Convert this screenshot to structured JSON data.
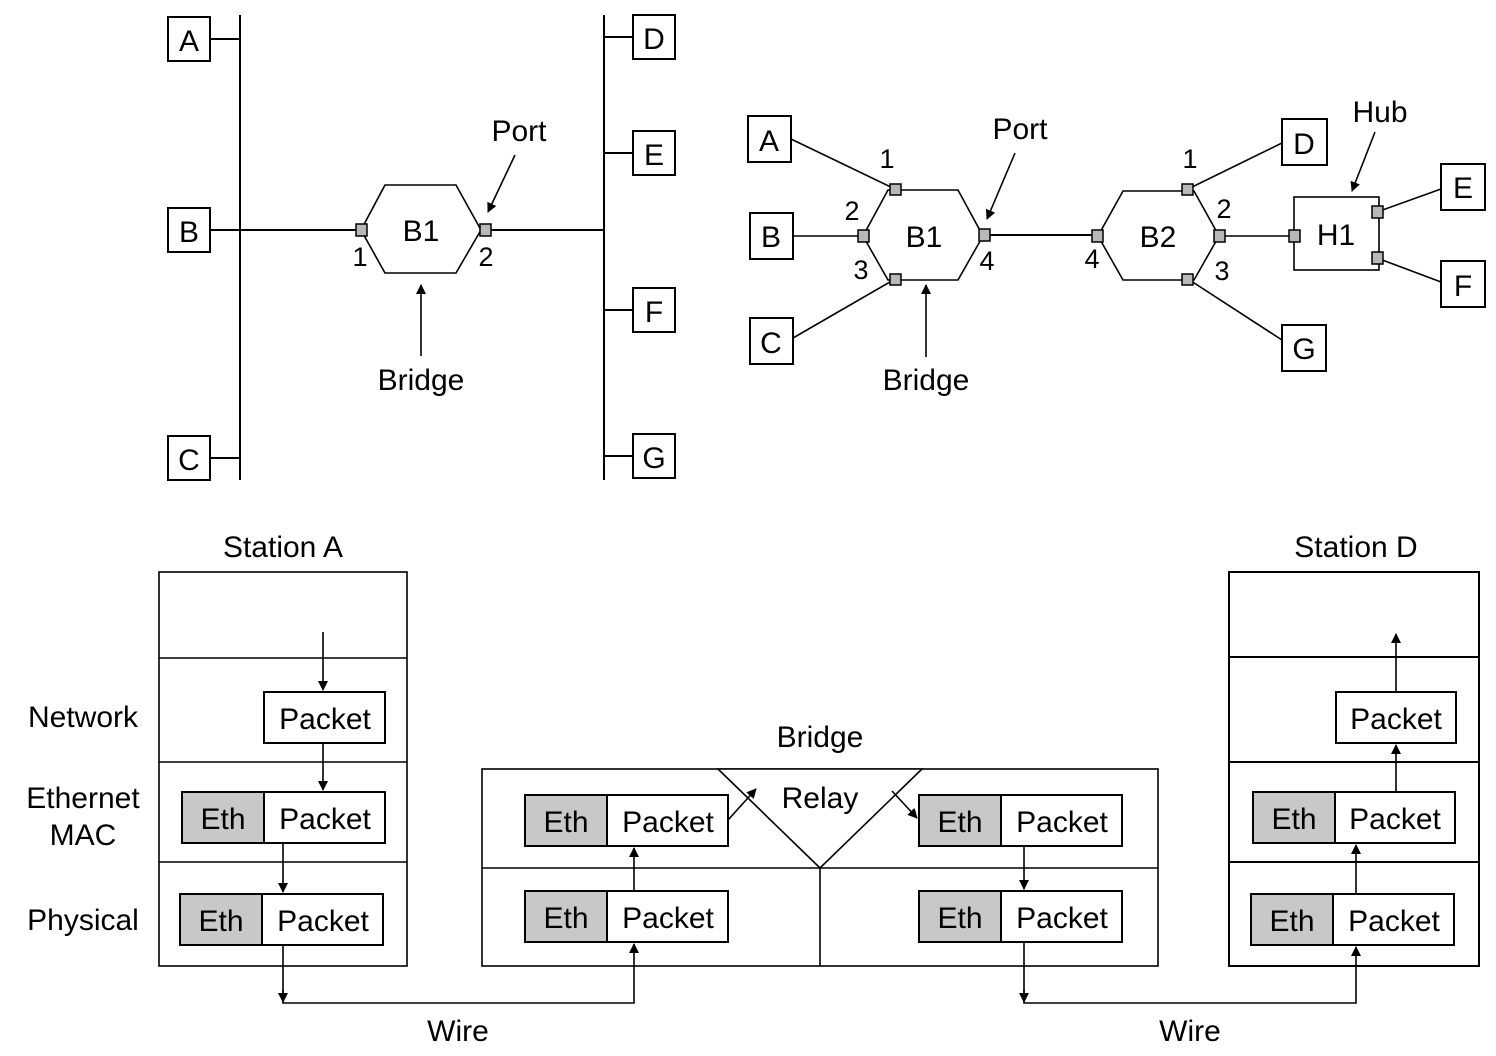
{
  "fig_a": {
    "stations": [
      "A",
      "B",
      "C",
      "D",
      "E",
      "F",
      "G"
    ],
    "bridge": "B1",
    "port_1": "1",
    "port_2": "2",
    "port_label": "Port",
    "bridge_label": "Bridge"
  },
  "fig_b": {
    "stations": [
      "A",
      "B",
      "C",
      "D",
      "E",
      "F",
      "G"
    ],
    "bridge_1": "B1",
    "bridge_2": "B2",
    "hub": "H1",
    "b1_ports": [
      "1",
      "2",
      "3",
      "4"
    ],
    "b2_ports": [
      "1",
      "2",
      "3",
      "4"
    ],
    "port_label": "Port",
    "bridge_label": "Bridge",
    "hub_label": "Hub"
  },
  "fig_c": {
    "station_a": "Station A",
    "station_d": "Station D",
    "bridge": "Bridge",
    "relay": "Relay",
    "layers": {
      "network": "Network",
      "ethernet_mac_1": "Ethernet",
      "ethernet_mac_2": "MAC",
      "physical": "Physical"
    },
    "eth": "Eth",
    "packet": "Packet",
    "wire": "Wire"
  }
}
